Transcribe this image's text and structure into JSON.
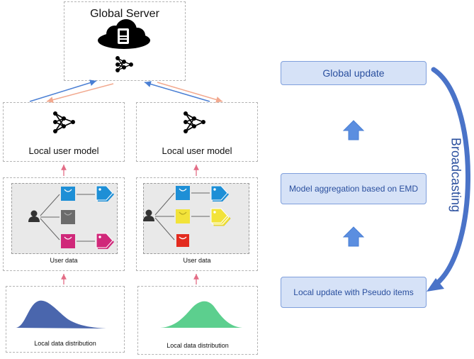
{
  "global_server": {
    "title": "Global Server"
  },
  "clients": [
    {
      "model_label": "Local user model",
      "data_label": "User data",
      "dist_label": "Local data distribution"
    },
    {
      "model_label": "Local user model",
      "data_label": "User data",
      "dist_label": "Local data distribution"
    }
  ],
  "flow": {
    "global_update": "Global update",
    "aggregation": "Model aggregation based on EMD",
    "local_update": "Local update with Pseudo items",
    "broadcasting": "Broadcasting"
  },
  "colors": {
    "flow_fill": "#d6e2f7",
    "flow_text": "#2a4f9e",
    "up_arrow_blue": "#4a7fd4",
    "down_arrow_salmon": "#f2a98f",
    "red_arrow": "#e36d86",
    "dist1": "#4a66ad",
    "dist2": "#5ccf8e",
    "bag_blue": "#1e8fd6",
    "bag_grey": "#6b6b6b",
    "bag_magenta": "#d0287a",
    "bag_yellow": "#f2e33a",
    "bag_red": "#e32b1f"
  }
}
